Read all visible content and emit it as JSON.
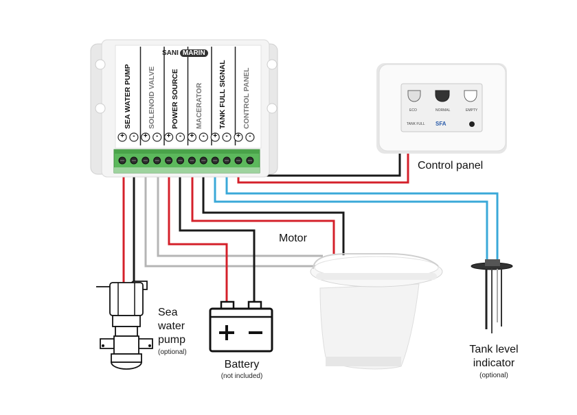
{
  "controller": {
    "brand_a": "SANI",
    "brand_b": "MARIN",
    "channels": [
      {
        "label": "SEA WATER PUMP",
        "style": "dark"
      },
      {
        "label": "SOLENOID VALVE",
        "style": "grey"
      },
      {
        "label": "POWER SOURCE",
        "style": "dark"
      },
      {
        "label": "MACERATOR",
        "style": "grey"
      },
      {
        "label": "TANK FULL SIGNAL",
        "style": "dark"
      },
      {
        "label": "CONTROL PANEL",
        "style": "grey"
      }
    ],
    "terminal_symbols": [
      "+",
      "-",
      "+",
      "-",
      "+",
      "-",
      "+",
      "-",
      "+",
      "-",
      "+",
      "-"
    ]
  },
  "control_panel": {
    "buttons": [
      "ECO",
      "NORMAL",
      "EMPTY"
    ],
    "small_text": "TANK FULL",
    "logo": "SFA"
  },
  "labels": {
    "control_panel": "Control panel",
    "motor": "Motor",
    "sea_water_pump_line1": "Sea",
    "sea_water_pump_line2": "water",
    "sea_water_pump_line3": "pump",
    "sea_water_pump_note": "(optional)",
    "battery": "Battery",
    "battery_note": "(not included)",
    "tank_level_line1": "Tank level",
    "tank_level_line2": "indicator",
    "tank_level_note": "(optional)"
  },
  "colors": {
    "wire_red": "#d4202a",
    "wire_black": "#1a1a1a",
    "wire_grey": "#b5b5b5",
    "wire_blue": "#3aa8d8",
    "terminal_green": "#5cb85c"
  }
}
